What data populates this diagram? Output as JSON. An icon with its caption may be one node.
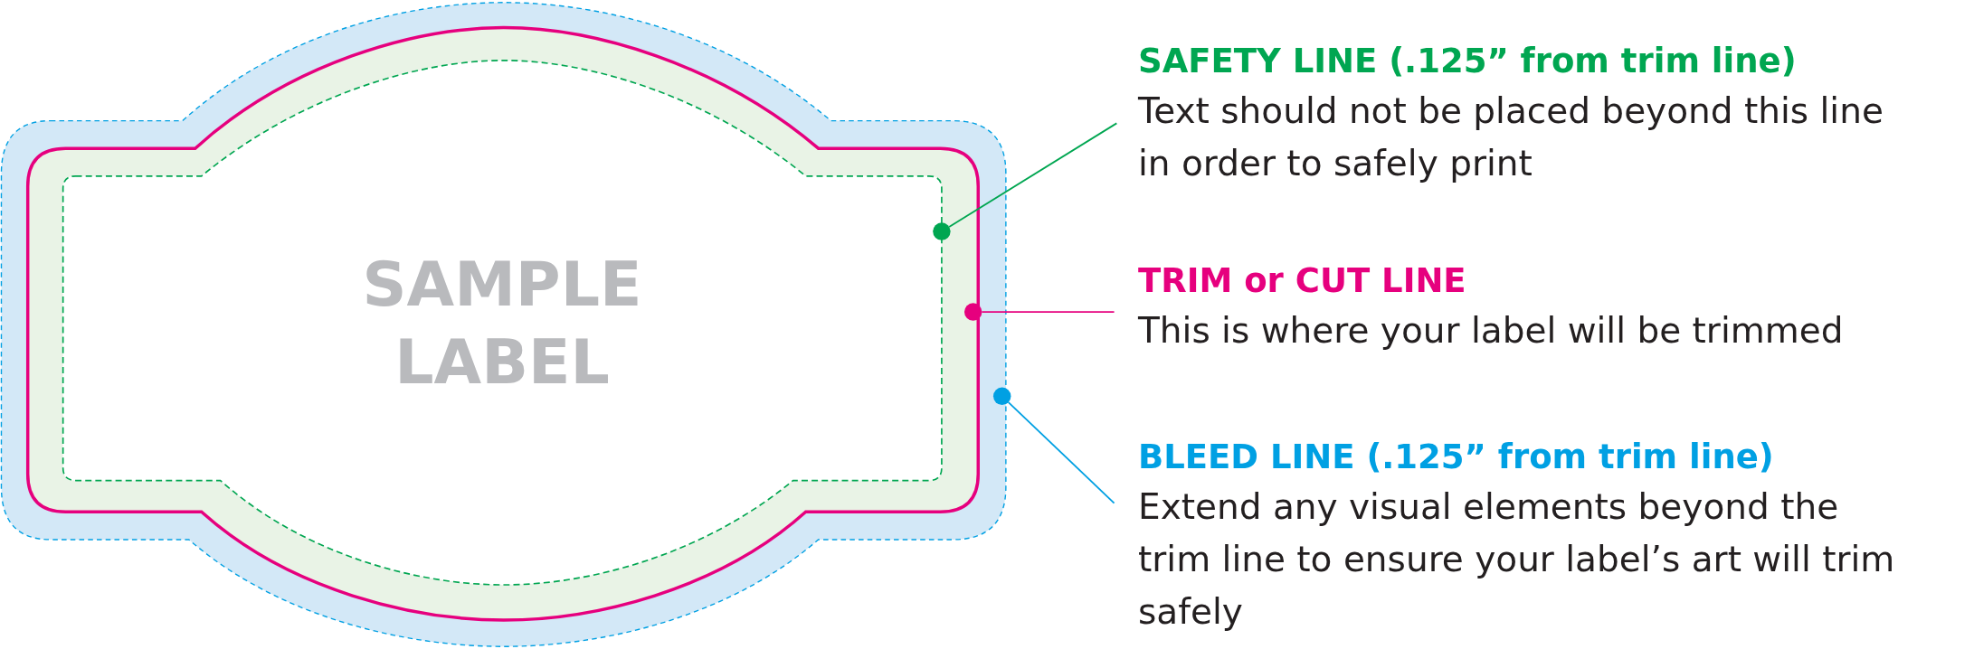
{
  "diagram": {
    "nodes": [
      {
        "text": [
          "SAFETY LINE (.125” from trim line)",
          "Text should not be placed beyond this line in order to safely print"
        ]
      },
      {
        "text": [
          "TRIM or CUT LINE",
          "This is where your label will be trimmed"
        ]
      },
      {
        "text": [
          "BLEED LINE (.125” from trim line)",
          "Extend any visual elements beyond the trim line to ensure your label’s art will trim safely"
        ]
      },
      {
        "text": [],
        "shape": "circle"
      },
      {
        "text": [],
        "shape": "circle"
      },
      {
        "text": [],
        "shape": "circle"
      }
    ],
    "edges": [
      {
        "from": 0,
        "to": 3,
        "arrow": "none",
        "color": "#00a651"
      },
      {
        "from": 1,
        "to": 4,
        "arrow": "none",
        "color": "#e6007e"
      },
      {
        "from": 2,
        "to": 5,
        "arrow": "none",
        "color": "#00a0e3"
      }
    ],
    "labels": [
      "SAMPLE LABEL"
    ]
  }
}
